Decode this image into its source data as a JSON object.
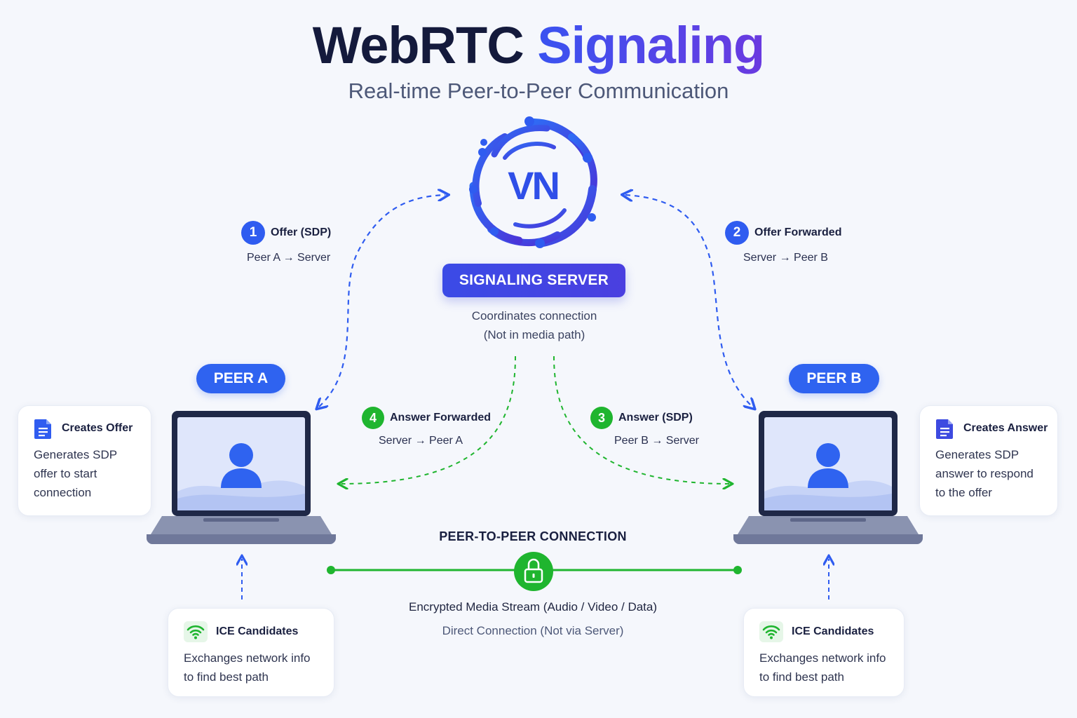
{
  "header": {
    "title_part1": "WebRTC",
    "title_part2": "Signaling",
    "subtitle": "Real-time Peer-to-Peer Communication"
  },
  "server": {
    "logo_text": "VN",
    "label": "SIGNALING SERVER",
    "desc_line1": "Coordinates connection",
    "desc_line2": "(Not in media path)"
  },
  "peers": {
    "a": {
      "label": "PEER A"
    },
    "b": {
      "label": "PEER B"
    }
  },
  "steps": [
    {
      "number": "1",
      "title": "Offer (SDP)",
      "sub": "Peer A → Server",
      "color": "#2f5cf0"
    },
    {
      "number": "2",
      "title": "Offer Forwarded",
      "sub": "Server → Peer B",
      "color": "#2f5cf0"
    },
    {
      "number": "3",
      "title": "Answer (SDP)",
      "sub": "Peer B → Server",
      "color": "#1fb52f"
    },
    {
      "number": "4",
      "title": "Answer Forwarded",
      "sub": "Server → Peer A",
      "color": "#1fb52f"
    }
  ],
  "cards": {
    "creates_offer": {
      "title": "Creates Offer",
      "line1": "Generates SDP",
      "line2": "offer to start",
      "line3": "connection",
      "icon": "document-icon"
    },
    "creates_answer": {
      "title": "Creates Answer",
      "line1": "Generates SDP",
      "line2": "answer to respond",
      "line3": "to the offer",
      "icon": "document-icon"
    },
    "ice_a": {
      "title": "ICE Candidates",
      "line1": "Exchanges network info",
      "line2": "to find best path",
      "icon": "wifi-icon"
    },
    "ice_b": {
      "title": "ICE Candidates",
      "line1": "Exchanges network info",
      "line2": "to find best path",
      "icon": "wifi-icon"
    }
  },
  "p2p": {
    "title": "PEER-TO-PEER CONNECTION",
    "desc": "Encrypted Media Stream (Audio / Video / Data)",
    "desc2": "Direct Connection (Not via Server)",
    "icon": "lock-icon"
  },
  "colors": {
    "blue": "#2f5cf0",
    "green": "#1fb52f",
    "indigo": "#4a3fe0",
    "dark": "#141a3c"
  }
}
